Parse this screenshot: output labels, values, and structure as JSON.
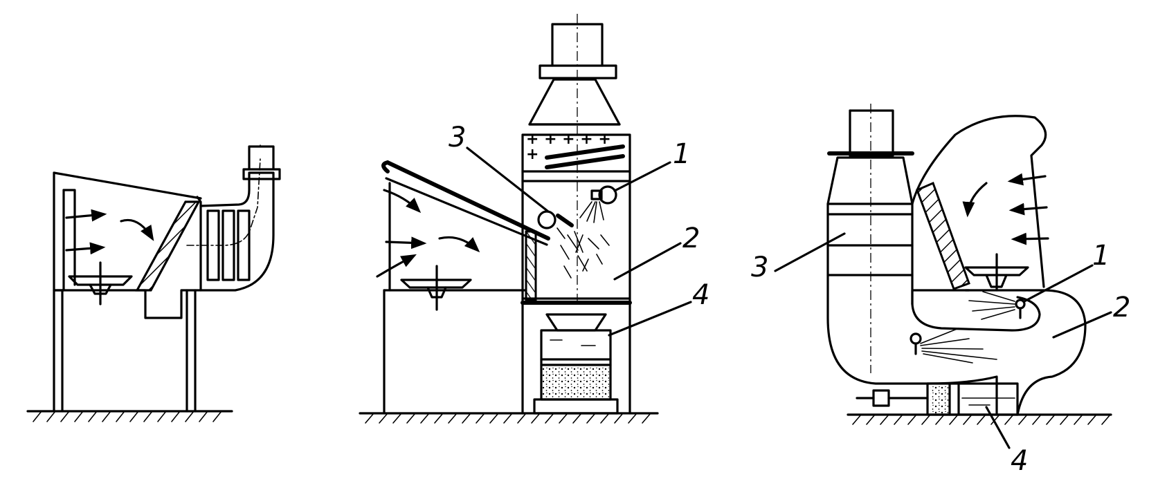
{
  "figures": [
    {
      "id": "left",
      "labels": []
    },
    {
      "id": "center",
      "labels": [
        "3",
        "1",
        "2",
        "4"
      ]
    },
    {
      "id": "right",
      "labels": [
        "3",
        "1",
        "2",
        "4"
      ]
    }
  ]
}
